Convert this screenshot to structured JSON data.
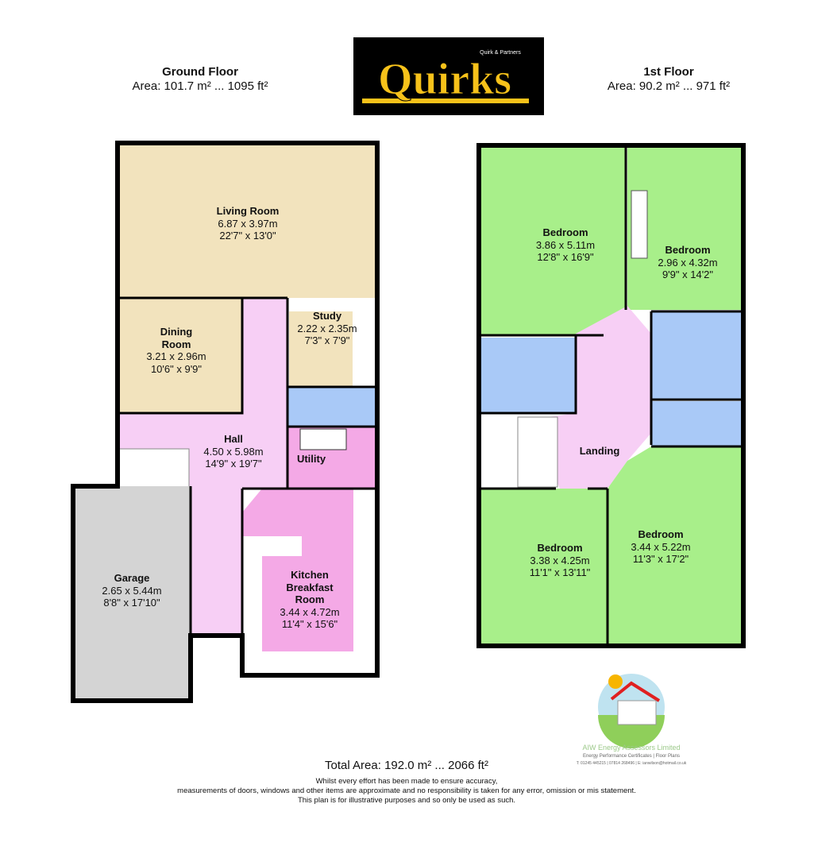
{
  "ground_floor": {
    "title": "Ground Floor",
    "area": "Area: 101.7 m² ... 1095 ft²",
    "rooms": [
      {
        "name": "Living Room",
        "metric": "6.87 x 3.97m",
        "imperial": "22'7\" x 13'0\""
      },
      {
        "name": "Dining Room",
        "metric": "3.21 x 2.96m",
        "imperial": "10'6\" x 9'9\""
      },
      {
        "name": "Study",
        "metric": "2.22 x 2.35m",
        "imperial": "7'3\" x 7'9\""
      },
      {
        "name": "Hall",
        "metric": "4.50 x 5.98m",
        "imperial": "14'9\" x 19'7\""
      },
      {
        "name": "Utility",
        "metric": "",
        "imperial": ""
      },
      {
        "name": "Garage",
        "metric": "2.65 x 5.44m",
        "imperial": "8'8\" x 17'10\""
      },
      {
        "name": "Kitchen Breakfast Room",
        "metric": "3.44 x 4.72m",
        "imperial": "11'4\" x 15'6\""
      }
    ]
  },
  "first_floor": {
    "title": "1st Floor",
    "area": "Area: 90.2 m² ... 971 ft²",
    "rooms": [
      {
        "name": "Bedroom",
        "metric": "3.86 x 5.11m",
        "imperial": "12'8\" x 16'9\""
      },
      {
        "name": "Bedroom",
        "metric": "2.96 x 4.32m",
        "imperial": "9'9\" x 14'2\""
      },
      {
        "name": "Landing",
        "metric": "",
        "imperial": ""
      },
      {
        "name": "Bedroom",
        "metric": "3.38 x 4.25m",
        "imperial": "11'1\" x 13'11\""
      },
      {
        "name": "Bedroom",
        "metric": "3.44 x 5.22m",
        "imperial": "11'3\" x 17'2\""
      }
    ]
  },
  "logo": {
    "name": "Quirks",
    "tagline": "Quirk & Partners"
  },
  "assessor": {
    "name": "AIW Energy Assessors Limited",
    "services": "Energy Performance Certificates | Floor Plans",
    "contact": "T: 01245 445215 | 07814 268496 | E: ianwilson@hotmail.co.uk"
  },
  "total_area": "Total Area: 192.0 m² ... 2066 ft²",
  "disclaimer": [
    "Whilst every effort has been made to ensure accuracy,",
    "measurements of doors, windows and other items are approximate and no responsibility is taken for any error, omission or mis statement.",
    "This plan is for illustrative purposes and so only be used as such."
  ],
  "colors": {
    "living": "#f2e3bd",
    "hall": "#f7cff5",
    "kitchen": "#f4a9e6",
    "bath": "#a9c9f7",
    "bedroom": "#a8ef8a",
    "garage": "#d4d4d4",
    "logo_bg": "#000000",
    "logo_fg": "#f7c21a"
  }
}
